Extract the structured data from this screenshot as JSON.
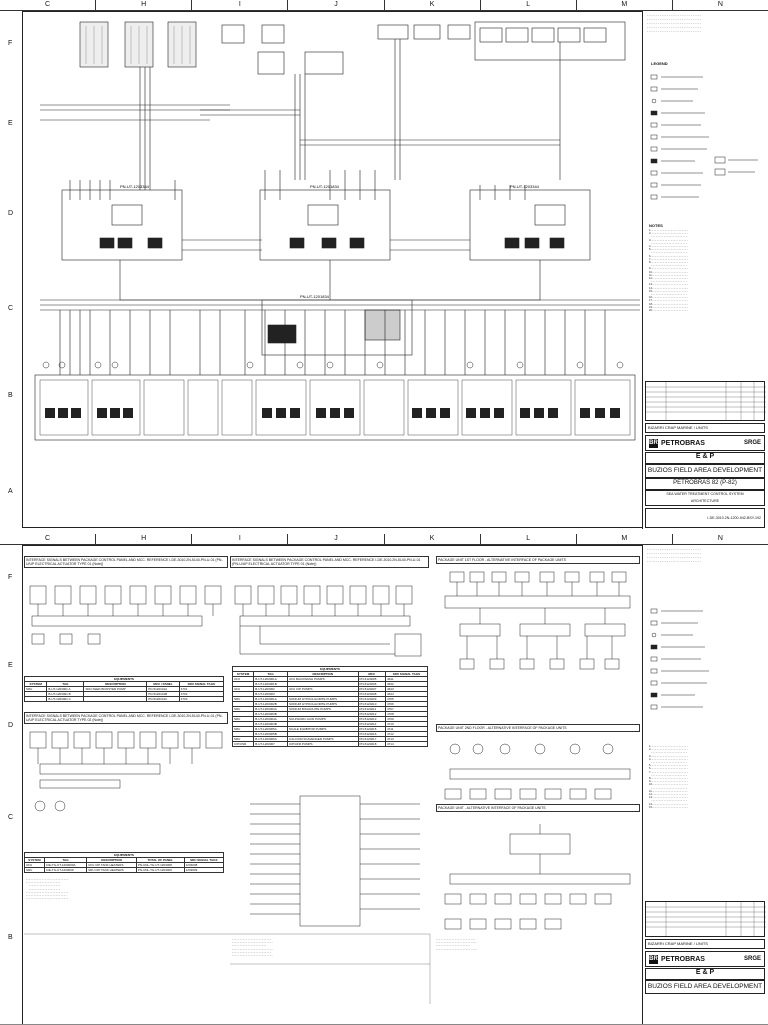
{
  "columns": [
    "C",
    "H",
    "I",
    "J",
    "K",
    "L",
    "M",
    "N"
  ],
  "rows_sheet1": [
    "F",
    "E",
    "D",
    "C",
    "B",
    "A"
  ],
  "rows_sheet2": [
    "F",
    "E",
    "D",
    "C",
    "B"
  ],
  "sheet1": {
    "title_block": {
      "client": "SRGE",
      "area": "BIZARRI CRAP MARINE / UNITS",
      "company": "PETROBRAS",
      "division": "E & P",
      "project": "BUZIOS FIELD AREA DEVELOPMENT",
      "unit": "PETROBRAS 82 (P-82)",
      "drawing_title": "SEA WATER TREATMENT CONTROL SYSTEM ARCHITECTURE",
      "doc_number": "I-DE-3010.2N-1200-942-BSY-192"
    },
    "labels": {
      "panel_left": "PN-UT-1203344",
      "panel_mid": "PN-UT-1201834",
      "panel_right": "PN-UT-1203344",
      "panel_center": "PN-UT-1201834",
      "legend_title": "LEGEND",
      "notes_title": "NOTES"
    }
  },
  "sheet2": {
    "title_block": {
      "client": "SRGE",
      "area": "BIZARRI CRAP MARINE / UNITS",
      "company": "PETROBRAS",
      "division": "E & P",
      "project": "BUZIOS FIELD AREA DEVELOPMENT"
    },
    "equip_table_1": {
      "title": "EQUIPMENTS",
      "headers": [
        "SYSTEM",
        "TAG",
        "DESCRIPTION",
        "MCC / PANEL",
        "SRU SIGNAL TAGS"
      ],
      "rows": [
        [
          "SRU",
          "B-UT-1203001 A",
          "SRU FEED BOOSTER PUMP",
          "PN-5120101A",
          "4701"
        ],
        [
          "",
          "B-UT-1203001 B",
          "",
          "PN-5120101B",
          "4702"
        ],
        [
          "",
          "B-UT-1203001 C",
          "",
          "PN-5120101C",
          "4703"
        ]
      ]
    },
    "equip_table_2": {
      "title": "EQUIPMENTS",
      "headers": [
        "SYSTEM",
        "TAG",
        "DESCRIPTION",
        "MCC",
        "SRU SIGNAL TAGS"
      ],
      "rows": [
        [
          "UFU",
          "B-UT-1203001A",
          "UFU BACKWASH PUMPS",
          "PN-5120205",
          "4641"
        ],
        [
          "",
          "B-UT-1203001B",
          "",
          "PN-5120206",
          "4642"
        ],
        [
          "UFU",
          "B-UT-1203002",
          "UFU CIP PUMPS",
          "PN-5120207",
          "4643"
        ],
        [
          "",
          "B-UT-1203003",
          "",
          "PN-5120208",
          "4644"
        ],
        [
          "SRU",
          "B-UT-1203001A",
          "SODIUM HYPOCHLORITE PUMPS",
          "PN-5120209",
          "4705"
        ],
        [
          "",
          "B-UT-1203002B",
          "SODIUM HYPOCHLORITE PUMPS",
          "PN-5120210",
          "4706"
        ],
        [
          "SRU",
          "B-UT-1203003A",
          "SODIUM BISULPHITE PUMPS",
          "PN-5120211",
          "4707"
        ],
        [
          "",
          "B-UT-1203003B",
          "",
          "PN-5120212",
          "4708"
        ],
        [
          "SRU",
          "B-UT-1203004A",
          "SULPHURIC ACID PUMPS",
          "PN-5120213",
          "4709"
        ],
        [
          "",
          "B-UT-1203004B",
          "",
          "PN-5120214",
          "4710"
        ],
        [
          "SRU",
          "B-UT-1203005A",
          "SCALE INHIBITOR PUMPS",
          "PN-5120215",
          "4711"
        ],
        [
          "",
          "B-UT-1203005B",
          "",
          "PN-5120216",
          "4712"
        ],
        [
          "SRU",
          "B-UT-1203006A",
          "CALCIUM SCAVENGER PUMPS",
          "PN-5120217",
          "4713"
        ],
        [
          "CIP/USR",
          "B-UT-1203007",
          "CIP/UFR PUMPS",
          "PN-5120218",
          "4714"
        ]
      ]
    },
    "equip_table_3": {
      "title": "EQUIPMENTS",
      "headers": [
        "SYSTEM",
        "TAG",
        "DESCRIPTION",
        "TOTAL OF PANEL",
        "SRU SIGNAL TAGS"
      ],
      "rows": [
        [
          "UFU",
          "CIE-TG-UT-1203000A",
          "UFU CIP TANK HEATERS",
          "PN-UNL-TG-UT-1203008",
          "1203008"
        ],
        [
          "SRU",
          "CIE-TG-UT-1203009",
          "SRU CIP TANK HEATERS",
          "PN-UNL-TG-UT-1203009",
          "1203009"
        ]
      ]
    },
    "headings": {
      "interface_a": "INTERFACE SIGNALS BETWEEN PACKAGE CONTROL PANEL AND MCC. REFERENCE I-DE-3010.2N-5140-PN-U-01 (PN-U/UP ELECTRICAL ACTUATOR TYPE 01 (Note))",
      "interface_b": "INTERFACE SIGNALS BETWEEN PACKAGE CONTROL PANEL AND MCC. REFERENCE I-DE-3010.2N-5140-PN-U-01 (PN-U/UP ELECTRICAL ACTUATOR TYPE 01 (Note))",
      "interface_c": "INTERFACE SIGNALS BETWEEN PACKAGE CONTROL PANEL AND MCC. REFERENCE I-DE-3010.2N-5140-PN-U-01 (PN-U/UP ELECTRICAL ACTUATOR TYPE 02 (Note))",
      "network_a": "PACKAGE UNIT 1ST FLOOR - ALTERNATIVE INTERFACE OF PACKAGE UNITS",
      "network_b": "PACKAGE UNIT 2ND FLOOR - ALTERNATIVE INTERFACE OF PACKAGE UNITS",
      "network_c": "PACKAGE UNIT - ALTERNATIVE INTERFACE OF PACKAGE UNITS"
    }
  }
}
